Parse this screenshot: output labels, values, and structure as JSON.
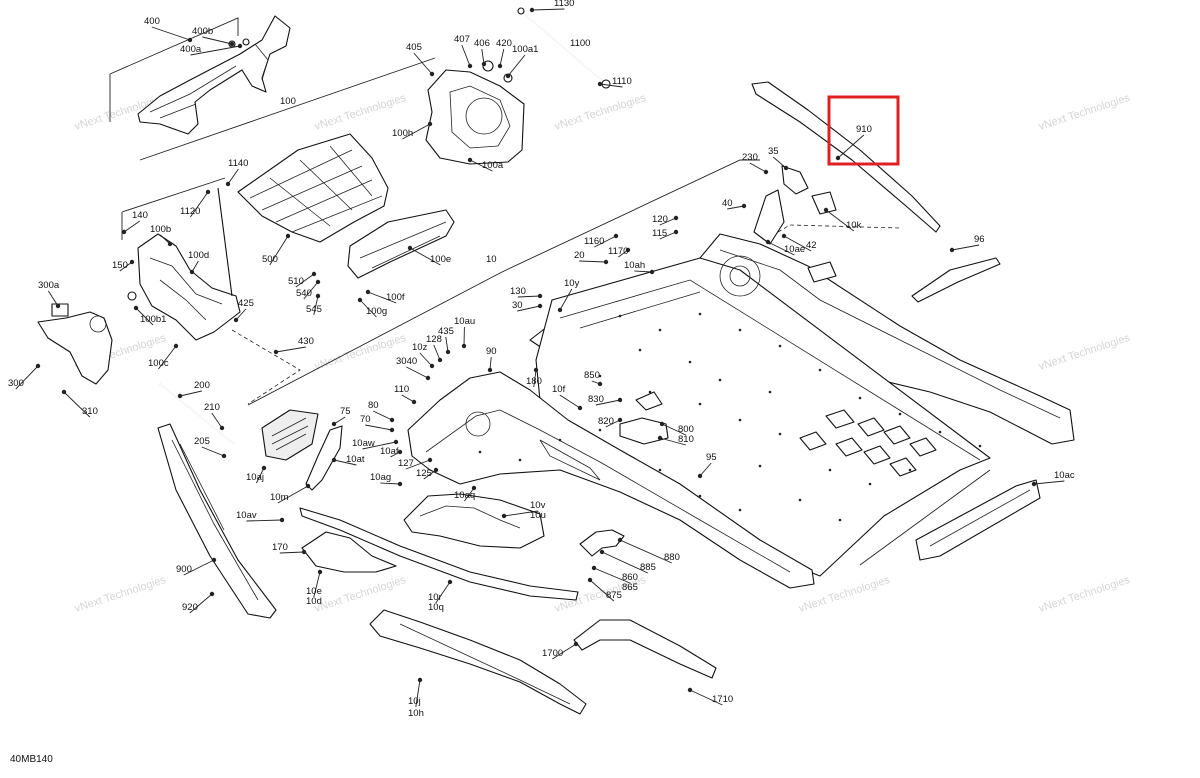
{
  "diagram_code": "40MB140",
  "watermark_text": "vNext Technologies",
  "highlight": {
    "label": "910",
    "color": "#e02020"
  },
  "callouts": [
    {
      "id": "c400",
      "label": "400"
    },
    {
      "id": "c400b",
      "label": "400b"
    },
    {
      "id": "c400a",
      "label": "400a"
    },
    {
      "id": "c100",
      "label": "100"
    },
    {
      "id": "c405",
      "label": "405"
    },
    {
      "id": "c407",
      "label": "407"
    },
    {
      "id": "c406",
      "label": "406"
    },
    {
      "id": "c420",
      "label": "420"
    },
    {
      "id": "c100a1",
      "label": "100a1"
    },
    {
      "id": "c1130",
      "label": "1130"
    },
    {
      "id": "c1100",
      "label": "1100"
    },
    {
      "id": "c1110",
      "label": "1110"
    },
    {
      "id": "c100h",
      "label": "100h"
    },
    {
      "id": "c100a",
      "label": "100a"
    },
    {
      "id": "c1140",
      "label": "1140"
    },
    {
      "id": "c1120",
      "label": "1120"
    },
    {
      "id": "c140",
      "label": "140"
    },
    {
      "id": "c100b",
      "label": "100b"
    },
    {
      "id": "c150",
      "label": "150"
    },
    {
      "id": "c100d",
      "label": "100d"
    },
    {
      "id": "c300a",
      "label": "300a"
    },
    {
      "id": "c100b1",
      "label": "100b1"
    },
    {
      "id": "c425",
      "label": "425"
    },
    {
      "id": "c100c",
      "label": "100c"
    },
    {
      "id": "c300",
      "label": "300"
    },
    {
      "id": "c310",
      "label": "310"
    },
    {
      "id": "c500",
      "label": "500"
    },
    {
      "id": "c510",
      "label": "510"
    },
    {
      "id": "c540",
      "label": "540"
    },
    {
      "id": "c545",
      "label": "545"
    },
    {
      "id": "c100e",
      "label": "100e"
    },
    {
      "id": "c100f",
      "label": "100f"
    },
    {
      "id": "c100g",
      "label": "100g"
    },
    {
      "id": "c10",
      "label": "10"
    },
    {
      "id": "c430",
      "label": "430"
    },
    {
      "id": "c230",
      "label": "230"
    },
    {
      "id": "c35",
      "label": "35"
    },
    {
      "id": "c40",
      "label": "40"
    },
    {
      "id": "c10k",
      "label": "10k"
    },
    {
      "id": "c42",
      "label": "42"
    },
    {
      "id": "c10ae",
      "label": "10ae"
    },
    {
      "id": "c96",
      "label": "96"
    },
    {
      "id": "c120",
      "label": "120"
    },
    {
      "id": "c115",
      "label": "115"
    },
    {
      "id": "c1160",
      "label": "1160"
    },
    {
      "id": "c1170",
      "label": "1170"
    },
    {
      "id": "c20",
      "label": "20"
    },
    {
      "id": "c10ah",
      "label": "10ah"
    },
    {
      "id": "c10y",
      "label": "10y"
    },
    {
      "id": "c130",
      "label": "130"
    },
    {
      "id": "c30",
      "label": "30"
    },
    {
      "id": "c10au",
      "label": "10au"
    },
    {
      "id": "c435",
      "label": "435"
    },
    {
      "id": "c128",
      "label": "128"
    },
    {
      "id": "c10z",
      "label": "10z"
    },
    {
      "id": "c3040",
      "label": "3040"
    },
    {
      "id": "c90",
      "label": "90"
    },
    {
      "id": "c110",
      "label": "110"
    },
    {
      "id": "c180",
      "label": "180"
    },
    {
      "id": "c850",
      "label": "850"
    },
    {
      "id": "c10f",
      "label": "10f"
    },
    {
      "id": "c830",
      "label": "830"
    },
    {
      "id": "c820",
      "label": "820"
    },
    {
      "id": "c800",
      "label": "800"
    },
    {
      "id": "c810",
      "label": "810"
    },
    {
      "id": "c200",
      "label": "200"
    },
    {
      "id": "c210",
      "label": "210"
    },
    {
      "id": "c205",
      "label": "205"
    },
    {
      "id": "c75",
      "label": "75"
    },
    {
      "id": "c80",
      "label": "80"
    },
    {
      "id": "c70",
      "label": "70"
    },
    {
      "id": "c10aw",
      "label": "10aw"
    },
    {
      "id": "c10af",
      "label": "10af"
    },
    {
      "id": "c10at",
      "label": "10at"
    },
    {
      "id": "c127",
      "label": "127"
    },
    {
      "id": "c125",
      "label": "125"
    },
    {
      "id": "c10ag",
      "label": "10ag"
    },
    {
      "id": "c10aj",
      "label": "10aj"
    },
    {
      "id": "c10m",
      "label": "10m"
    },
    {
      "id": "c10aq",
      "label": "10aq"
    },
    {
      "id": "c95",
      "label": "95"
    },
    {
      "id": "c10ac",
      "label": "10ac"
    },
    {
      "id": "c10av",
      "label": "10av"
    },
    {
      "id": "c10v",
      "label": "10v"
    },
    {
      "id": "c10u",
      "label": "10u"
    },
    {
      "id": "c170",
      "label": "170"
    },
    {
      "id": "c880",
      "label": "880"
    },
    {
      "id": "c885",
      "label": "885"
    },
    {
      "id": "c860",
      "label": "860"
    },
    {
      "id": "c865",
      "label": "865"
    },
    {
      "id": "c875",
      "label": "875"
    },
    {
      "id": "c900",
      "label": "900"
    },
    {
      "id": "c920",
      "label": "920"
    },
    {
      "id": "c10e",
      "label": "10e"
    },
    {
      "id": "c10d",
      "label": "10d"
    },
    {
      "id": "c10r",
      "label": "10r"
    },
    {
      "id": "c10q",
      "label": "10q"
    },
    {
      "id": "c1700",
      "label": "1700"
    },
    {
      "id": "c1710",
      "label": "1710"
    },
    {
      "id": "c10j",
      "label": "10j"
    },
    {
      "id": "c10h",
      "label": "10h"
    },
    {
      "id": "c910",
      "label": "910"
    }
  ]
}
